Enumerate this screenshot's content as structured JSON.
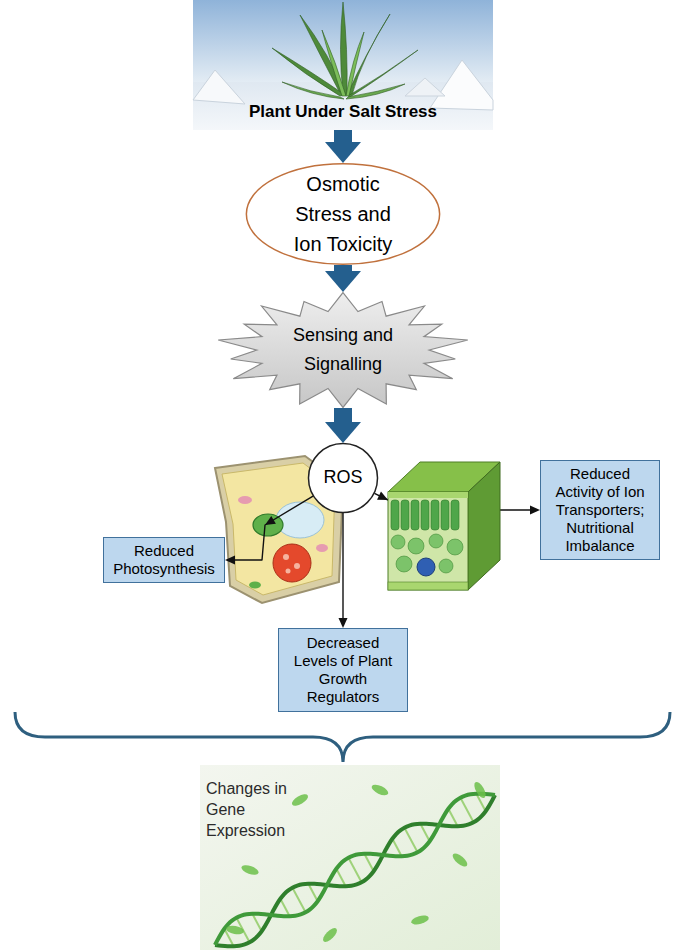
{
  "diagram": {
    "nodes": [
      {
        "text": [
          "Plant Under Salt Stress"
        ]
      },
      {
        "text": [
          "Osmotic Stress and Ion Toxicity"
        ]
      },
      {
        "text": [
          "Sensing and Signalling"
        ]
      },
      {
        "text": [
          "ROS"
        ]
      },
      {
        "text": [
          "Reduced Photosynthesis"
        ]
      },
      {
        "text": [
          "Reduced Activity of Ion Transporters; Nutritional Imbalance"
        ]
      },
      {
        "text": [
          "Decreased Levels of Plant Growth Regulators"
        ]
      },
      {
        "text": [
          "Changes in Gene Expression"
        ]
      }
    ],
    "edges": [
      {
        "from": 0,
        "to": 1,
        "arrow": "to"
      },
      {
        "from": 1,
        "to": 2,
        "arrow": "to"
      },
      {
        "from": 2,
        "to": 3,
        "arrow": "to"
      },
      {
        "from": 3,
        "to": 4,
        "arrow": "to"
      },
      {
        "from": 3,
        "to": 5,
        "arrow": "to"
      },
      {
        "from": 3,
        "to": 6,
        "arrow": "to"
      }
    ]
  }
}
